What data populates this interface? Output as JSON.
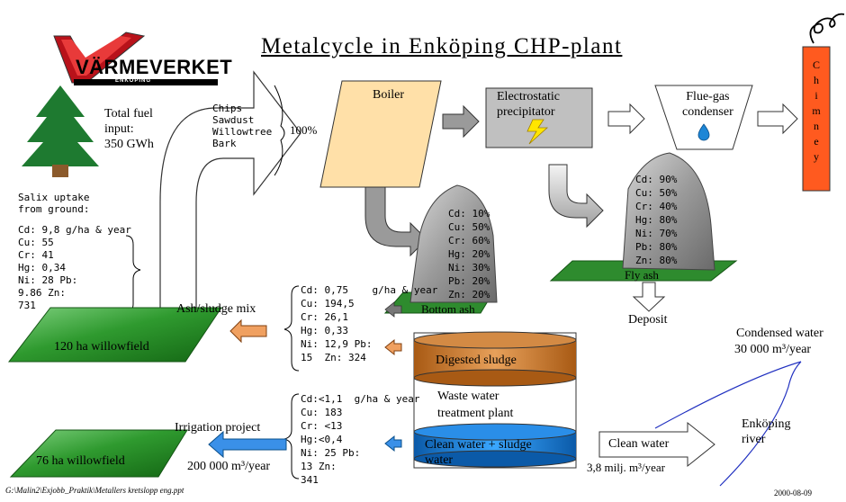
{
  "title": "Metalcycle in Enköping CHP-plant",
  "logo": {
    "brand": "VÄRMEVERKET",
    "sub": "ENKÖPING"
  },
  "fuel": {
    "label_lines": [
      "Total fuel",
      "input:",
      "350 GWh"
    ],
    "types": [
      "Chips",
      "Sawdust",
      "Willowtree",
      "Bark"
    ],
    "percent": "100%"
  },
  "boiler": "Boiler",
  "precipitator_lines": [
    "Electrostatic",
    "precipitator"
  ],
  "condenser_lines": [
    "Flue-gas",
    "condenser"
  ],
  "chimney_letters": [
    "C",
    "h",
    "i",
    "m",
    "n",
    "e",
    "y"
  ],
  "bottom_ash": {
    "values": [
      "Cd: 10%",
      "Cu: 50%",
      "Cr: 60%",
      "Hg: 20%",
      "Ni: 30%",
      "Pb: 20%",
      "Zn: 20%"
    ],
    "label": "Bottom ash"
  },
  "fly_ash": {
    "values": [
      "Cd: 90%",
      "Cu: 50%",
      "Cr: 40%",
      "Hg: 80%",
      "Ni: 70%",
      "Pb: 80%",
      "Zn: 80%"
    ],
    "label": "Fly ash"
  },
  "deposit": "Deposit",
  "salix": {
    "header_lines": [
      "Salix uptake",
      "from ground:"
    ],
    "values": [
      "Cd: 9,8 g/ha & year",
      "Cu: 55",
      "Cr: 41",
      "Hg: 0,34",
      "Ni: 28 Pb:",
      "9.86 Zn:",
      "731"
    ]
  },
  "ash_sludge": {
    "label": "Ash/sludge mix",
    "values": [
      "Cd: 0,75    g/ha & year",
      "Cu: 194,5",
      "Cr: 26,1",
      "Hg: 0,33",
      "Ni: 12,9 Pb:",
      "15  Zn: 324"
    ]
  },
  "willowfield_120": "120 ha willowfield",
  "willowfield_76": "76 ha willowfield",
  "irrigation": {
    "label": "Irrigation project",
    "volume": "200 000 m³/year",
    "values": [
      "Cd:<1,1  g/ha & year",
      "Cu: 183",
      "Cr: <13",
      "Hg:<0,4",
      "Ni: 25 Pb:",
      "13 Zn:",
      "341"
    ]
  },
  "wwtp": {
    "digested": "Digested sludge",
    "label_lines": [
      "Waste water",
      "treatment plant"
    ],
    "clean_lines": [
      "Clean water + sludge",
      "water"
    ]
  },
  "clean_water": {
    "label": "Clean water",
    "volume": "3,8  milj. m³/year"
  },
  "condensed_water": {
    "label": "Condensed water",
    "volume": "30 000 m³/year"
  },
  "river_lines": [
    "Enköping",
    "river"
  ],
  "footer_path": "G:\\Malin2\\Exjobb_Praktik\\Metallers kretslopp eng.ppt",
  "footer_date": "2000-08-09",
  "colors": {
    "chimney": "#ff5a1f",
    "grass": "#2e8b2e",
    "tree": "#1e7a30",
    "sludge": "#c8742a",
    "water": "#1d86d6",
    "boiler": "#ffe0a8",
    "process": "#c0c0c0",
    "rock": "#8a8a8a"
  }
}
